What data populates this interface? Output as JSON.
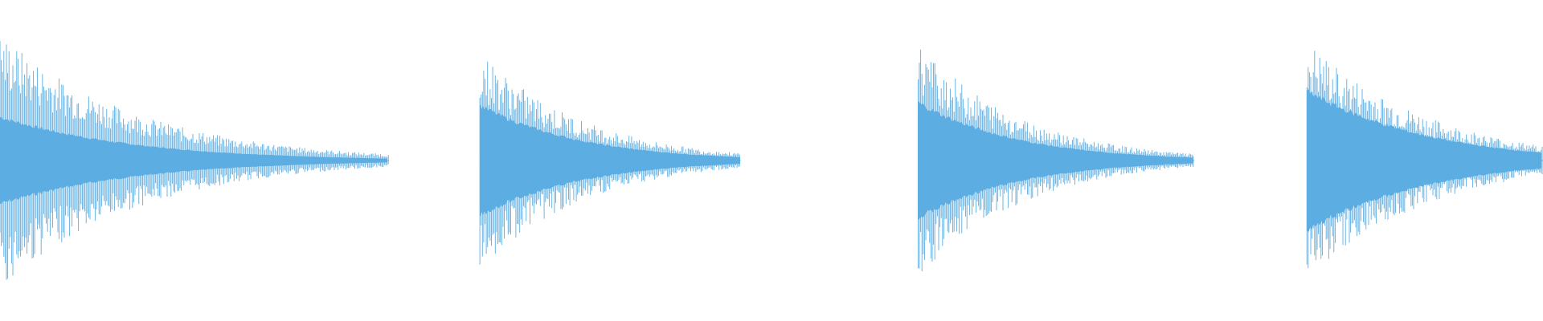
{
  "waveform": {
    "color": "#5DADE2",
    "background": "#ffffff",
    "segments": [
      {
        "start": 0.0,
        "end": 0.252,
        "peak": 0.84,
        "sustain": 0.3,
        "decay": 2.3
      },
      {
        "start": 0.311,
        "end": 0.48,
        "peak": 0.72,
        "sustain": 0.38,
        "decay": 2.0
      },
      {
        "start": 0.595,
        "end": 0.774,
        "peak": 0.78,
        "sustain": 0.4,
        "decay": 2.2
      },
      {
        "start": 0.847,
        "end": 1.0,
        "peak": 0.78,
        "sustain": 0.48,
        "decay": 1.4
      }
    ]
  }
}
